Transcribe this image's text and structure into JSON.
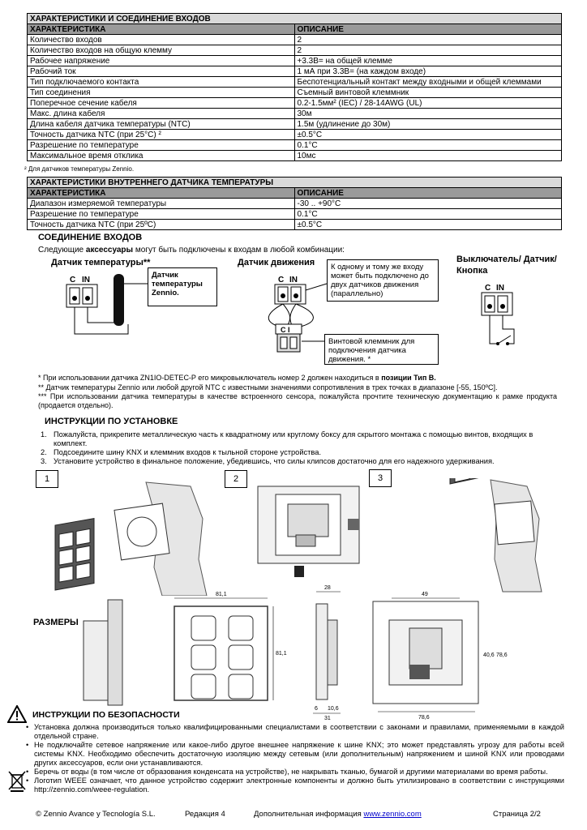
{
  "spec_table": {
    "title": "ХАРАКТЕРИСТИКИ И СОЕДИНЕНИЕ ВХОДОВ",
    "col1": "ХАРАКТЕРИСТИКА",
    "col2": "ОПИСАНИЕ",
    "rows": [
      {
        "k": "Количество входов",
        "v": "2"
      },
      {
        "k": "Количество входов на общую клемму",
        "v": "2"
      },
      {
        "k": "Рабочее напряжение",
        "v": "+3.3В= на общей клемме"
      },
      {
        "k": "Рабочий ток",
        "v": "1 мА при 3.3В= (на каждом входе)"
      },
      {
        "k": "Тип  подключаемого контакта",
        "v": "Беспотенциальный контакт между входными и общей клеммами"
      },
      {
        "k": "Тип соединения",
        "v": "Съемный винтовой клеммник"
      },
      {
        "k": "Поперечное сечение кабеля",
        "v": "0.2-1.5мм² (IEC) / 28-14AWG (UL)"
      },
      {
        "k": "Макс. длина кабеля",
        "v": "30м"
      },
      {
        "k": "Длина кабеля датчика температуры (NTC)",
        "v": "1.5м (удлинение до 30м)"
      },
      {
        "k": "Точность датчика NTC (при 25°C) ²",
        "v": "±0.5°C"
      },
      {
        "k": "Разрешение по температуре",
        "v": "0.1°C"
      },
      {
        "k": "Максимальное время отклика",
        "v": "10мс"
      }
    ],
    "footnote": "² Для датчиков температуры Zennio."
  },
  "temp_table": {
    "title": "ХАРАКТЕРИСТИКИ ВНУТРЕННЕГО ДАТЧИКА ТЕМПЕРАТУРЫ",
    "col1": "ХАРАКТЕРИСТИКА",
    "col2": "ОПИСАНИЕ",
    "rows": [
      {
        "k": "Диапазон измеряемой температуры",
        "v": "-30 .. +90°C"
      },
      {
        "k": "Разрешение по температуре",
        "v": "0.1°C"
      },
      {
        "k": "Точность датчика NTC (при 25ºC)",
        "v": "±0.5°C"
      }
    ]
  },
  "connection": {
    "heading": "СОЕДИНЕНИЕ ВХОДОВ",
    "intro_pre": "Следующие ",
    "intro_bold": "аксессуары",
    "intro_post": " могут быть подключены к входам в любой комбинации:",
    "temp_sensor_label": "Датчик температуры**",
    "temp_sensor_box": "Датчик температуры Zennio.",
    "motion_label": "Датчик движения",
    "motion_box": "К одному и тому же входу может быть подключено до двух датчиков движения (параллельно)",
    "screw_box": "Винтовой клеммник для подключения датчика движения. *",
    "switch_label": "Выключатель/ Датчик/Кнопка",
    "term_c": "C",
    "term_in": "IN",
    "note1_pre": "* При использовании датчика ZN1IO-DETEC-P его микровыключатель номер 2 должен находиться в ",
    "note1_bold": "позиции Тип B.",
    "note2": "** Датчик температуры Zennio или любой другой NTC с известными значениями сопротивления в трех точках в диапазоне [-55, 150ºC].",
    "note3": "*** При использовании датчика температуры в качестве встроенного сенсора, пожалуйста прочтите техническую документацию к рамке продукта (продается отдельно)."
  },
  "install": {
    "heading": "ИНСТРУКЦИИ ПО УСТАНОВКЕ",
    "steps": [
      {
        "n": "1.",
        "text": "Пожалуйста, прикрепите металлическую часть к квадратному или круглому боксу для скрытого монтажа с помощью винтов, входящих в комплект."
      },
      {
        "n": "2.",
        "text": "Подсоедините шину KNX и клеммник входов к тыльной стороне устройства."
      },
      {
        "n": "3.",
        "text": "Установите устройство в финальное положение, убедившись, что силы клипсов достаточно для его надежного удерживания."
      }
    ],
    "figure_numbers": [
      "1",
      "2",
      "3"
    ]
  },
  "dimensions": {
    "heading": "РАЗМЕРЫ",
    "labels": [
      "81,1",
      "81,1",
      "28",
      "49",
      "40,6",
      "78,6",
      "78,6",
      "6",
      "10,6",
      "31"
    ]
  },
  "safety": {
    "heading": "ИНСТРУКЦИИ ПО БЕЗОПАСНОСТИ",
    "items": [
      "Установка должна производиться только квалифицированными специалистами в соответствии с законами и правилами, применяемыми в каждой отдельной стране.",
      "Не подключайте сетевое напряжение или какое-либо другое внешнее напряжение к шине KNX; это может представлять угрозу для работы всей системы KNX. Необходимо обеспечить достаточную изоляцию между сетевым (или дополнительным) напряжением и шиной KNX или проводами других аксессуаров, если они устанавливаются.",
      "Беречь от воды (в том числе от образования конденсата на устройстве), не накрывать тканью, бумагой и другими материалами во время работы.",
      "Логотип WEEE означает, что данное устройство содержит электронные компоненты и должно быть утилизировано в соответствии с инструкциями http://zennio.com/weee-regulation."
    ]
  },
  "footer": {
    "company": "© Zennio Avance y Tecnología S.L.",
    "edition": "Редакция 4",
    "more_info": "Дополнительная информация ",
    "link": "www.zennio.com",
    "page": "Страница 2/2"
  }
}
